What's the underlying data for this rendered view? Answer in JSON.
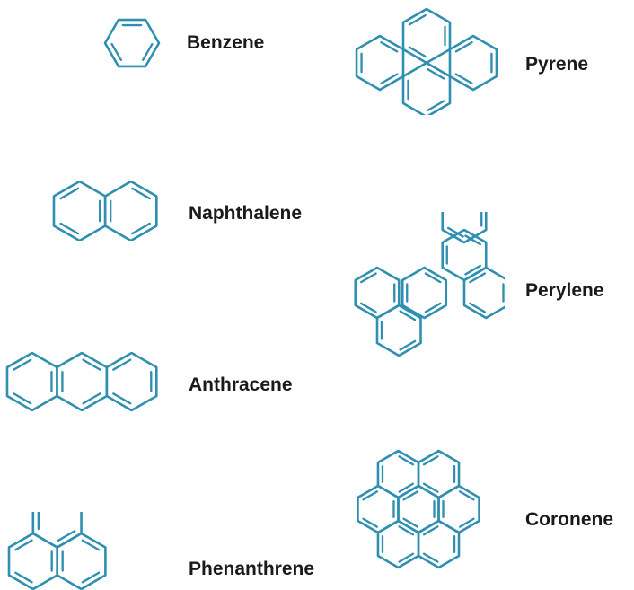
{
  "style": {
    "stroke_color": "#2e8fb0",
    "label_color": "#1a1a1a",
    "background": "#ffffff"
  },
  "molecules": [
    {
      "id": "benzene",
      "name": "Benzene"
    },
    {
      "id": "naphthalene",
      "name": "Naphthalene"
    },
    {
      "id": "anthracene",
      "name": "Anthracene"
    },
    {
      "id": "phenanthrene",
      "name": "Phenanthrene"
    },
    {
      "id": "pyrene",
      "name": "Pyrene"
    },
    {
      "id": "perylene",
      "name": "Perylene"
    },
    {
      "id": "coronene",
      "name": "Coronene"
    }
  ]
}
